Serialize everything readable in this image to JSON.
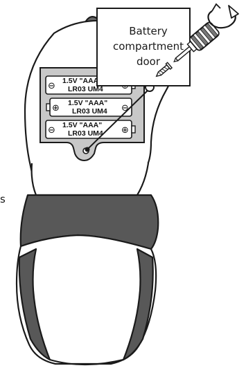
{
  "callout": {
    "line1": "Battery",
    "line2": "compartment",
    "line3": "door"
  },
  "edge_fragment": "s",
  "batteries": [
    {
      "voltage_label": "1.5V \"AAA\"",
      "code_label": "LR03 UM4",
      "left_symbol": "⊖",
      "right_symbol": "⊕"
    },
    {
      "voltage_label": "1.5V \"AAA\"",
      "code_label": "LR03 UM4",
      "left_symbol": "⊕",
      "right_symbol": "⊖"
    },
    {
      "voltage_label": "1.5V \"AAA\"",
      "code_label": "LR03 UM4",
      "left_symbol": "⊖",
      "right_symbol": "⊕"
    }
  ],
  "colors": {
    "device_body": "#ffffff",
    "grip_shade": "#585858",
    "compartment": "#c8c8c8",
    "outline": "#1a1a1a",
    "screwdriver_grip": "#777777"
  },
  "icons": [
    "screwdriver-icon",
    "rotate-arrow-icon",
    "screw-icon"
  ]
}
